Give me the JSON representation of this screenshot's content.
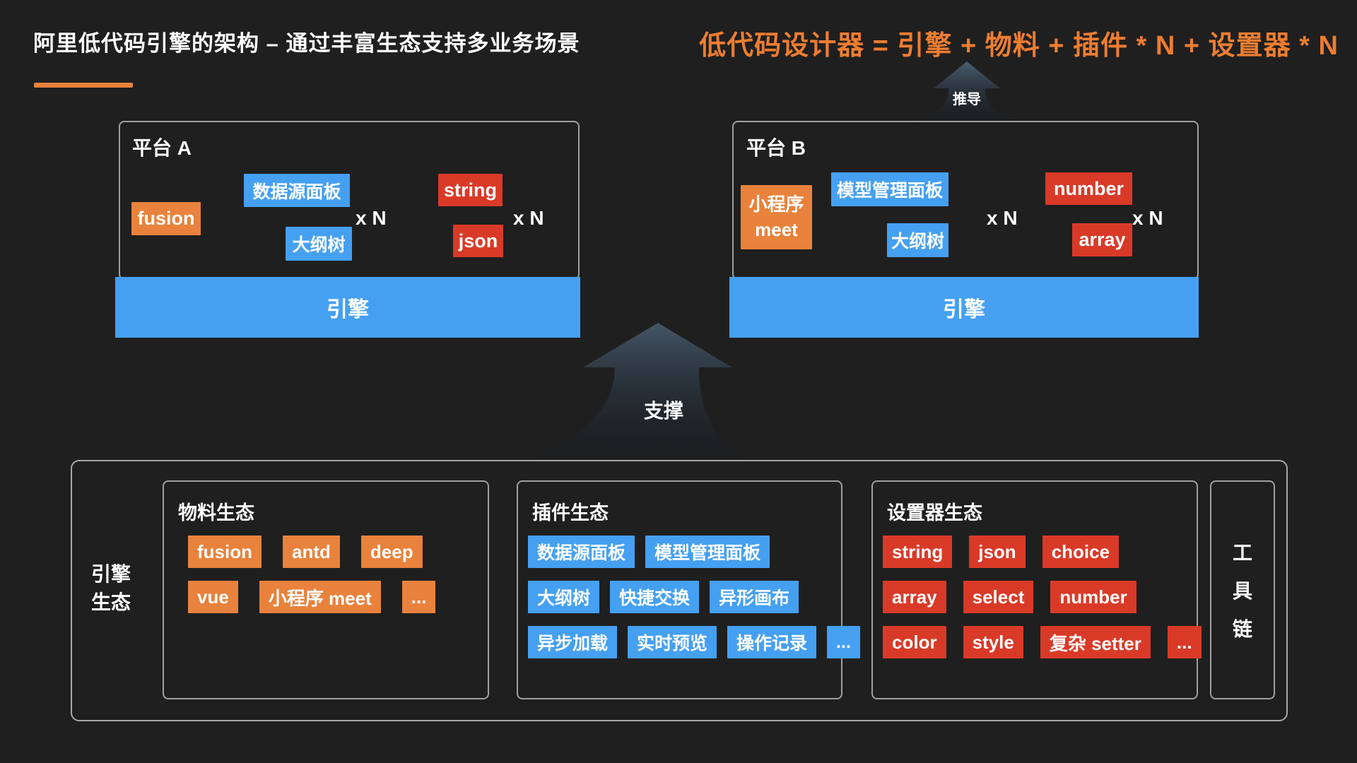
{
  "header": {
    "title": "阿里低代码引擎的架构 – 通过丰富生态支持多业务场景",
    "formula": "低代码设计器 = 引擎 + 物料 + 插件 * N + 设置器 * N"
  },
  "colors": {
    "background": "#1f1f1f",
    "accent_orange": "#ed7d31",
    "chip_orange": "#e8823c",
    "chip_blue": "#45a0f2",
    "chip_red": "#d93a28",
    "engine_bar_blue": "#45a0f2",
    "box_border_gray": "#a0a0a0"
  },
  "labels": {
    "multiplier": "x N"
  },
  "arrows": {
    "derive": "推导",
    "support": "支撑"
  },
  "platform_a": {
    "title": "平台 A",
    "material": "fusion",
    "plugins": [
      "数据源面板",
      "大纲树"
    ],
    "setters": [
      "string",
      "json"
    ],
    "engine": "引擎"
  },
  "platform_b": {
    "title": "平台 B",
    "material": "小程序 meet",
    "plugins": [
      "模型管理面板",
      "大纲树"
    ],
    "setters": [
      "number",
      "array"
    ],
    "engine": "引擎"
  },
  "ecosystem": {
    "engine_label": "引擎\n生态",
    "materials": {
      "title": "物料生态",
      "row1": [
        "fusion",
        "antd",
        "deep"
      ],
      "row2": [
        "vue",
        "小程序 meet",
        "..."
      ]
    },
    "plugins": {
      "title": "插件生态",
      "row1": [
        "数据源面板",
        "模型管理面板"
      ],
      "row2": [
        "大纲树",
        "快捷交换",
        "异形画布"
      ],
      "row3": [
        "异步加载",
        "实时预览",
        "操作记录",
        "..."
      ]
    },
    "setters": {
      "title": "设置器生态",
      "row1": [
        "string",
        "json",
        "choice"
      ],
      "row2": [
        "array",
        "select",
        "number"
      ],
      "row3": [
        "color",
        "style",
        "复杂 setter",
        "..."
      ]
    },
    "toolchain": {
      "chars": [
        "工",
        "具",
        "链"
      ]
    }
  }
}
